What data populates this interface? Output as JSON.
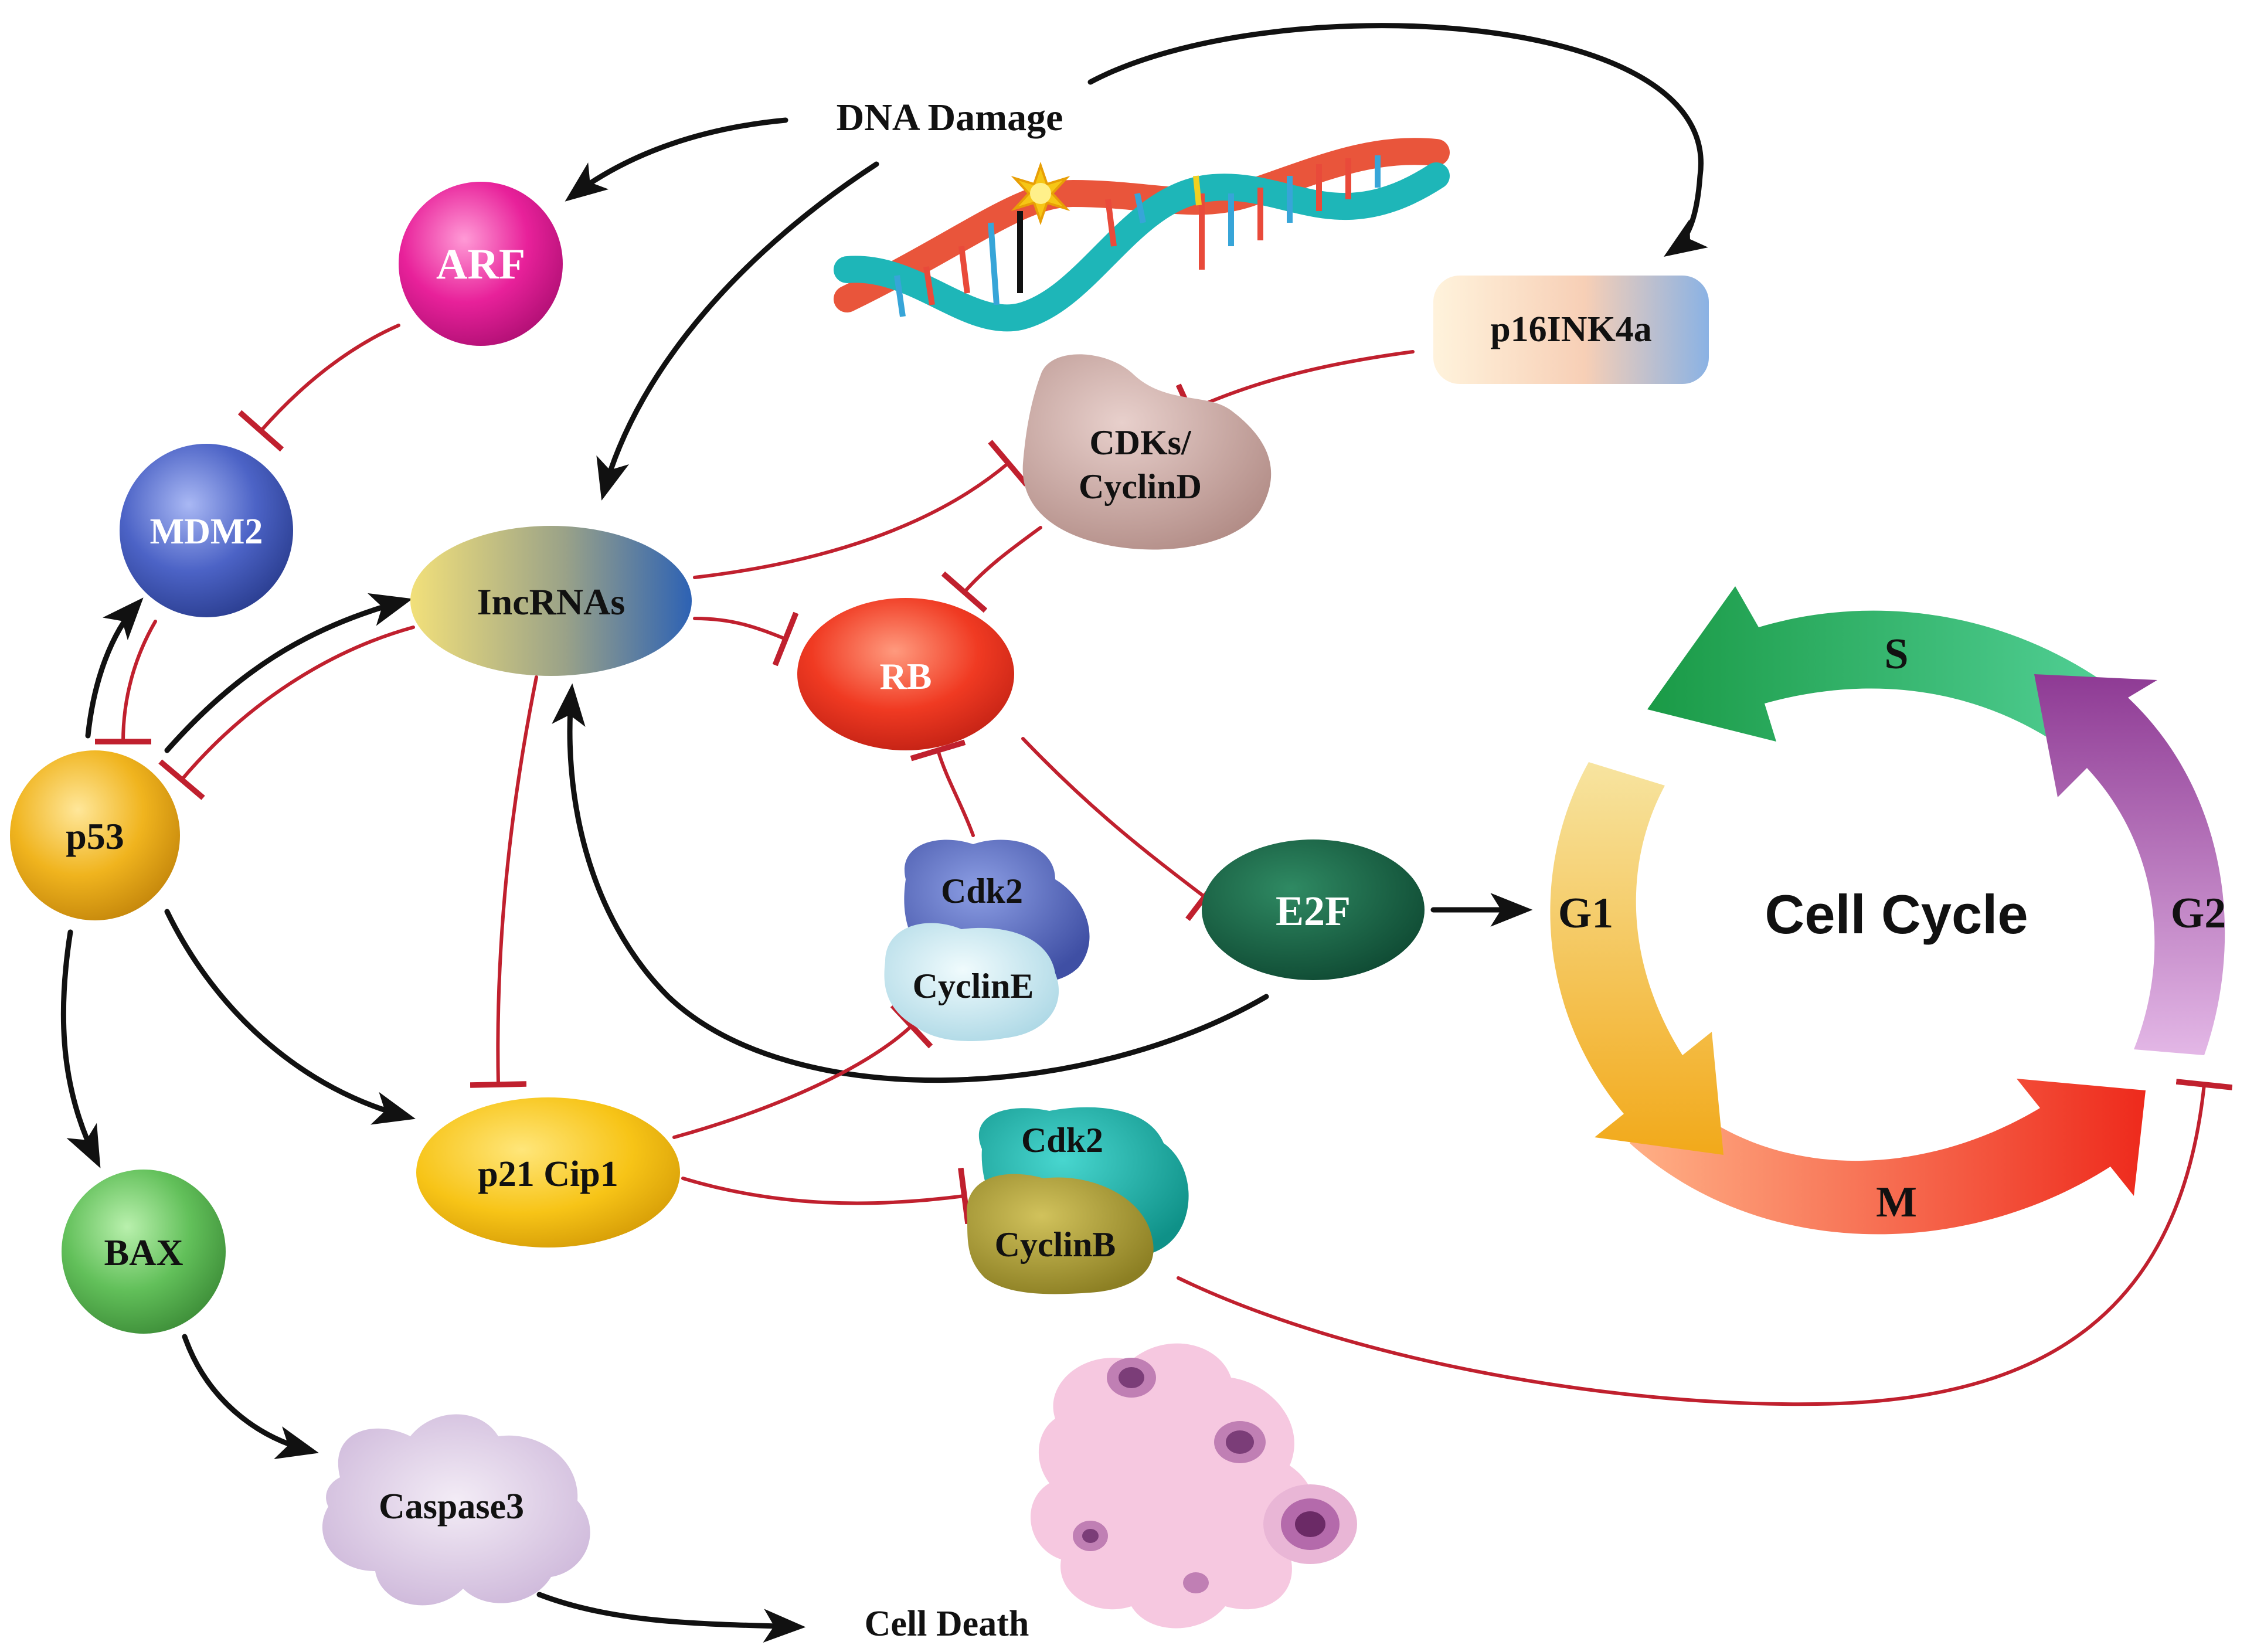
{
  "title_label": "DNA Damage",
  "nodes": {
    "arf": "ARF",
    "mdm2": "MDM2",
    "p53": "p53",
    "lncrnas": "IncRNAs",
    "rb": "RB",
    "p16": "p16INK4a",
    "cdks_line1": "CDKs/",
    "cdks_line2": "CyclinD",
    "cdk2_e": "Cdk2",
    "cyclin_e": "CyclinE",
    "e2f": "E2F",
    "p21": "p21 Cip1",
    "cdk2_b": "Cdk2",
    "cyclin_b": "CyclinB",
    "bax": "BAX",
    "caspase3": "Caspase3",
    "cell_death": "Cell Death"
  },
  "cycle": {
    "center": "Cell Cycle",
    "s": "S",
    "g1": "G1",
    "g2": "G2",
    "m": "M"
  },
  "colors": {
    "activation": "#111111",
    "inhibition": "#c0202e"
  }
}
